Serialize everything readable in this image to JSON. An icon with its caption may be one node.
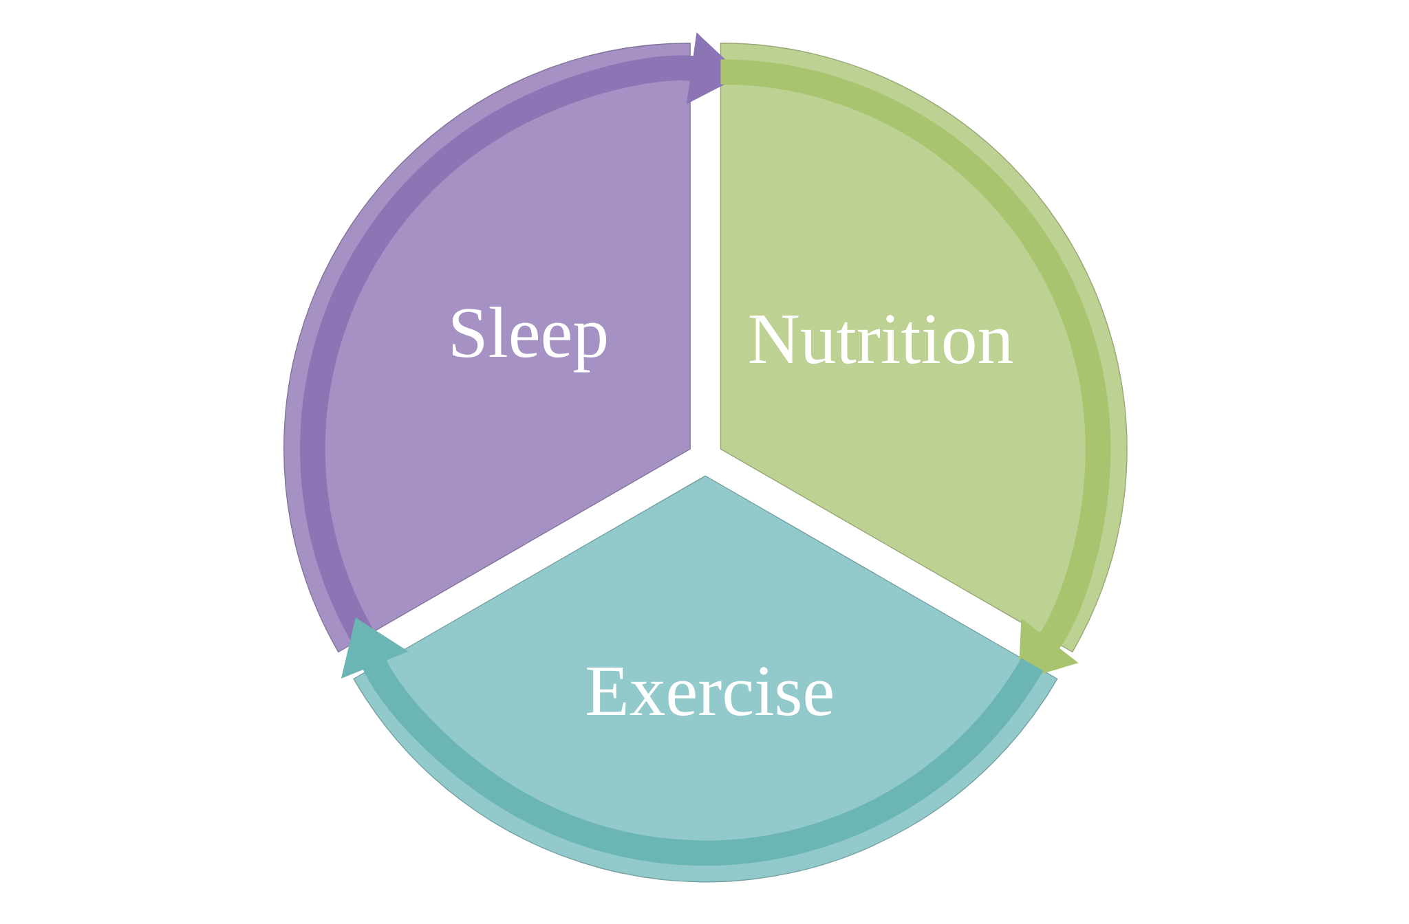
{
  "diagram": {
    "nodes": [
      {
        "text": [
          "Sleep"
        ]
      },
      {
        "text": [
          "Nutrition"
        ]
      },
      {
        "text": [
          "Exercise"
        ]
      }
    ],
    "edges": [
      {
        "from": 0,
        "to": 1,
        "arrow": "to"
      },
      {
        "from": 1,
        "to": 2,
        "arrow": "to"
      },
      {
        "from": 2,
        "to": 0,
        "arrow": "to"
      }
    ]
  }
}
